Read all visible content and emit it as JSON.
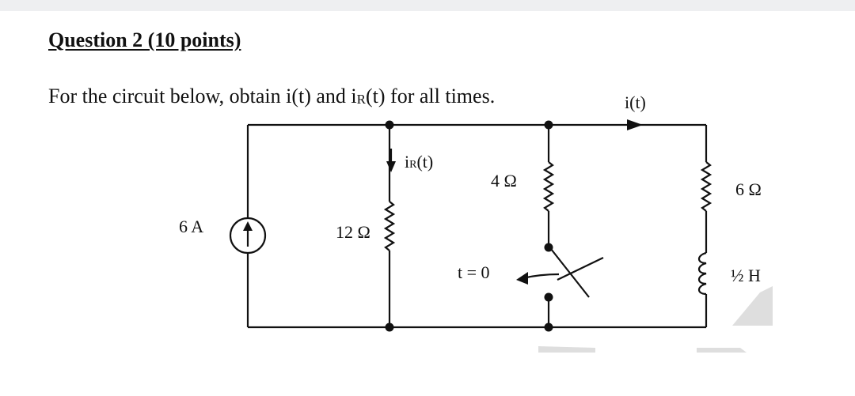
{
  "question": {
    "title": "Question 2 (10 points)",
    "prompt_before": "For the circuit below, obtain i(t) and i",
    "prompt_sub": "R",
    "prompt_after": "(t) for all times."
  },
  "circuit": {
    "current_label": "i(t)",
    "ir_label_main": "i",
    "ir_label_sub": "R",
    "ir_label_tail": "(t)",
    "source_label": "6 A",
    "r12_label": "12 Ω",
    "r4_label": "4 Ω",
    "r6_label": "6 Ω",
    "switch_label": "t = 0",
    "inductor_label": "½ H"
  },
  "colors": {
    "wire": "#111111",
    "background": "#ffffff",
    "shadow": "#dedede"
  }
}
